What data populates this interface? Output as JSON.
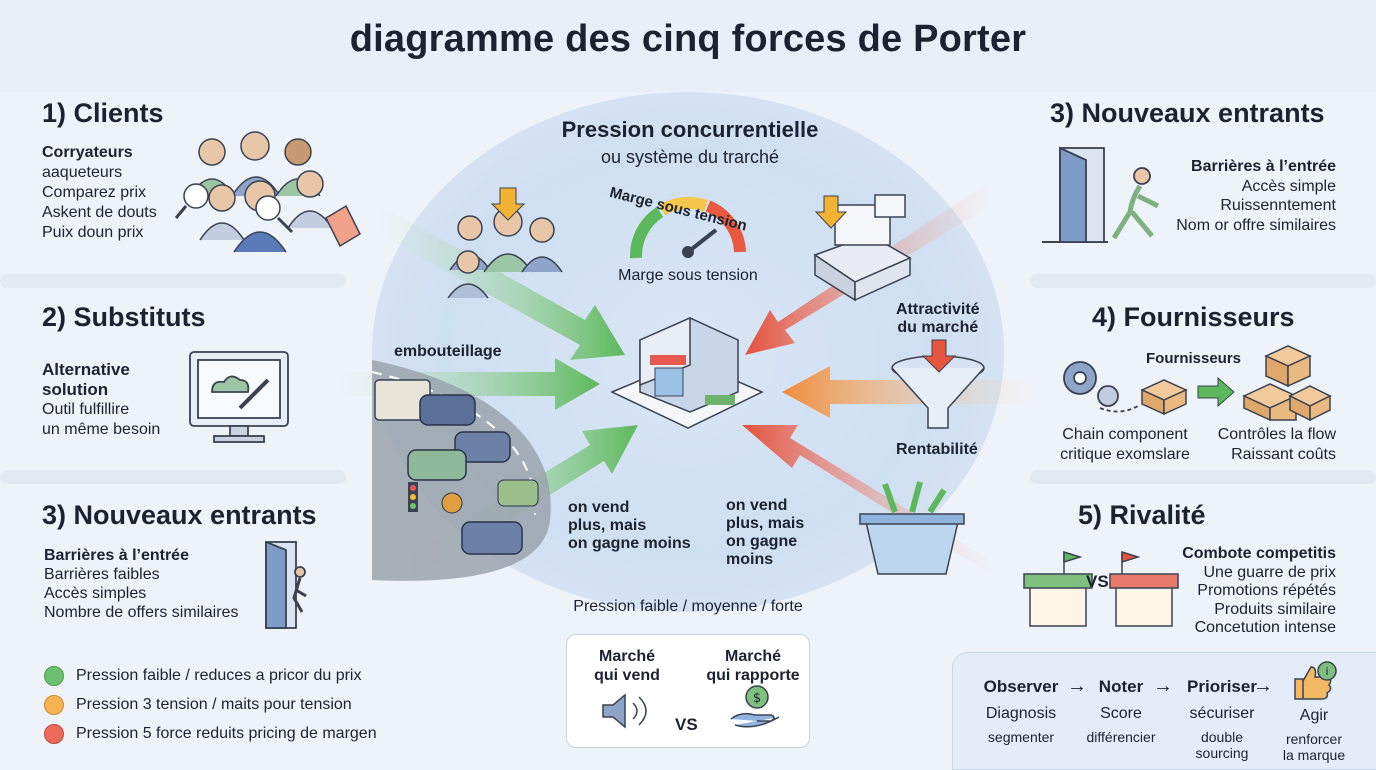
{
  "title": "diagramme des cinq forces de Porter",
  "left": {
    "clients": {
      "heading": "1) Clients",
      "lines": [
        "Corryateurs",
        "aaqueteurs",
        "Comparez prix",
        "Askent de douts",
        "Puix doun prix"
      ]
    },
    "substituts": {
      "heading": "2) Substituts",
      "lines": [
        "Alternative",
        "solution",
        "Outil fulfillire",
        "un même besoin"
      ]
    },
    "entrants": {
      "heading": "3) Nouveaux entrants",
      "lines": [
        "Barrières à l’entrée",
        "Barrières faibles",
        "Accès simples",
        "Nombre de offers similaires"
      ]
    }
  },
  "right": {
    "entrants": {
      "heading": "3) Nouveaux entrants",
      "lines": [
        "Barrières à l’entrée",
        "Accès simple",
        "Ruissenntement",
        "Nom or offre similaires"
      ]
    },
    "fournisseurs": {
      "heading": "4) Fournisseurs",
      "label": "Fournisseurs",
      "left_lines": [
        "Chain component",
        "critique exomslare"
      ],
      "right_lines": [
        "Contrôles la flow",
        "Raissant coûts"
      ]
    },
    "rivalite": {
      "heading": "5) Rivalité",
      "vs": "VS",
      "lines": [
        "Combote competitis",
        "Une guarre de prix",
        "Promotions répétés",
        "Produits similaire",
        "Concetution intense"
      ]
    }
  },
  "center": {
    "title": "Pression concurrentielle",
    "subtitle": "ou système du trarché",
    "gauge_arc_label": "Marge sous tension",
    "gauge_label": "Marge sous tension",
    "embouteillage": "embouteillage",
    "attractivite": [
      "Attractivité",
      "du marché"
    ],
    "rentabilite": "Rentabilité",
    "note_left": [
      "on vend",
      "plus, mais",
      "on gagne moins"
    ],
    "note_right": [
      "on vend",
      "plus, mais",
      "on gagne",
      "moins"
    ],
    "scale": "Pression faible / moyenne / forte"
  },
  "legend": [
    {
      "text": "Pression faible / reduces a pricor du prix",
      "color": "#6cc070"
    },
    {
      "text": "Pression 3 tension / maits pour tension",
      "color": "#f5b352"
    },
    {
      "text": "Pression 5 force reduits pricing de margen",
      "color": "#ec6a5a"
    }
  ],
  "vsbox": {
    "left": [
      "Marché",
      "qui vend"
    ],
    "right": [
      "Marché",
      "qui rapporte"
    ],
    "vs": "VS"
  },
  "flow": {
    "arrow": "→",
    "steps": [
      {
        "title": "Observer",
        "sub": "Diagnosis",
        "extra": [
          "segmenter"
        ]
      },
      {
        "title": "Noter",
        "sub": "Score",
        "extra": [
          "différencier"
        ]
      },
      {
        "title": "Prioriser",
        "sub": "sécuriser",
        "extra": [
          "double",
          "sourcing"
        ]
      },
      {
        "title": "Agir",
        "sub": "Agir",
        "extra": [
          "renforcer",
          "la marque"
        ]
      }
    ]
  },
  "colors": {
    "green": "#6cc070",
    "orange": "#f5a04a",
    "red": "#e8553f",
    "ink": "#1c2230"
  }
}
